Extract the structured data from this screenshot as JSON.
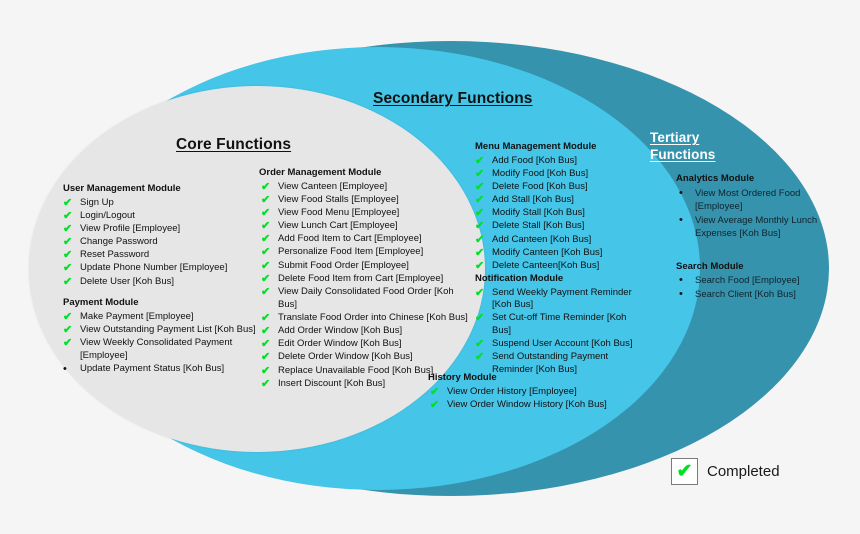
{
  "background_color": "#f5f5f5",
  "palette": {
    "tertiary_fill": "#3593ad",
    "secondary_fill": "#45c5e8",
    "core_fill": "#e6e6e6",
    "check_green": "#00e025",
    "text_dark": "#111111",
    "title_white": "#ffffff"
  },
  "zones": {
    "secondary_title": "Secondary Functions",
    "core_title": "Core Functions",
    "tertiary_title": "Tertiary\nFunctions"
  },
  "core": {
    "user_management": {
      "heading": "User Management Module",
      "items": [
        {
          "marker": "check",
          "text": "Sign Up"
        },
        {
          "marker": "check",
          "text": "Login/Logout"
        },
        {
          "marker": "check",
          "text": "View Profile [Employee]"
        },
        {
          "marker": "check",
          "text": "Change Password"
        },
        {
          "marker": "check",
          "text": "Reset Password"
        },
        {
          "marker": "check",
          "text": "Update Phone Number [Employee]"
        },
        {
          "marker": "check",
          "text": "Delete User [Koh Bus]"
        }
      ]
    },
    "payment": {
      "heading": "Payment Module",
      "items": [
        {
          "marker": "check",
          "text": "Make Payment [Employee]"
        },
        {
          "marker": "check",
          "text": "View Outstanding Payment List [Koh Bus]"
        },
        {
          "marker": "check",
          "text": "View Weekly Consolidated Payment [Employee]"
        },
        {
          "marker": "bullet",
          "text": "Update Payment Status [Koh Bus]"
        }
      ]
    },
    "order_management": {
      "heading": "Order Management Module",
      "items": [
        {
          "marker": "check",
          "text": "View Canteen [Employee]"
        },
        {
          "marker": "check",
          "text": "View Food Stalls [Employee]"
        },
        {
          "marker": "check",
          "text": "View Food Menu [Employee]"
        },
        {
          "marker": "check",
          "text": "View Lunch Cart [Employee]"
        },
        {
          "marker": "check",
          "text": "Add Food Item to Cart [Employee]"
        },
        {
          "marker": "check",
          "text": "Personalize Food Item [Employee]"
        },
        {
          "marker": "check",
          "text": "Submit Food Order [Employee]"
        },
        {
          "marker": "check",
          "text": "Delete Food Item from Cart [Employee]"
        },
        {
          "marker": "check",
          "text": "View Daily Consolidated Food Order [Koh Bus]"
        },
        {
          "marker": "check",
          "text": "Translate Food Order into Chinese [Koh Bus]"
        },
        {
          "marker": "check",
          "text": "Add Order Window [Koh Bus]"
        },
        {
          "marker": "check",
          "text": "Edit Order Window [Koh Bus]"
        },
        {
          "marker": "check",
          "text": "Delete Order Window [Koh Bus]"
        },
        {
          "marker": "check",
          "text": "Replace Unavailable Food [Koh Bus]"
        },
        {
          "marker": "check",
          "text": "Insert Discount [Koh Bus]"
        }
      ]
    }
  },
  "secondary": {
    "menu_management": {
      "heading": "Menu Management Module",
      "items": [
        {
          "marker": "check",
          "text": "Add Food [Koh Bus]"
        },
        {
          "marker": "check",
          "text": "Modify Food [Koh Bus]"
        },
        {
          "marker": "check",
          "text": "Delete Food [Koh Bus]"
        },
        {
          "marker": "check",
          "text": "Add Stall [Koh Bus]"
        },
        {
          "marker": "check",
          "text": "Modify Stall [Koh Bus]"
        },
        {
          "marker": "check",
          "text": "Delete Stall [Koh Bus]"
        },
        {
          "marker": "check",
          "text": "Add Canteen  [Koh Bus]"
        },
        {
          "marker": "check",
          "text": "Modify Canteen [Koh Bus]"
        },
        {
          "marker": "check",
          "text": "Delete Canteen[Koh Bus]"
        }
      ]
    },
    "notification": {
      "heading": "Notification Module",
      "items": [
        {
          "marker": "check",
          "text": "Send Weekly Payment Reminder [Koh Bus]"
        },
        {
          "marker": "check",
          "text": "Set Cut-off Time Reminder [Koh Bus]"
        },
        {
          "marker": "check",
          "text": "Suspend User Account [Koh Bus]"
        },
        {
          "marker": "check",
          "text": "Send Outstanding Payment Reminder [Koh Bus]"
        }
      ]
    },
    "history": {
      "heading": "History Module",
      "items": [
        {
          "marker": "check",
          "text": "View Order History [Employee]"
        },
        {
          "marker": "check",
          "text": "View Order Window History [Koh Bus]"
        }
      ]
    }
  },
  "tertiary": {
    "analytics": {
      "heading": "Analytics Module",
      "items": [
        {
          "marker": "bullet",
          "text": "View Most Ordered Food [Employee]"
        },
        {
          "marker": "bullet",
          "text": "View Average Monthly Lunch Expenses [Koh Bus]"
        }
      ]
    },
    "search": {
      "heading": "Search Module",
      "items": [
        {
          "marker": "bullet",
          "text": "Search Food [Employee]"
        },
        {
          "marker": "bullet",
          "text": "Search Client [Koh Bus]"
        }
      ]
    }
  },
  "legend": {
    "icon": "check-icon",
    "label": "Completed"
  }
}
